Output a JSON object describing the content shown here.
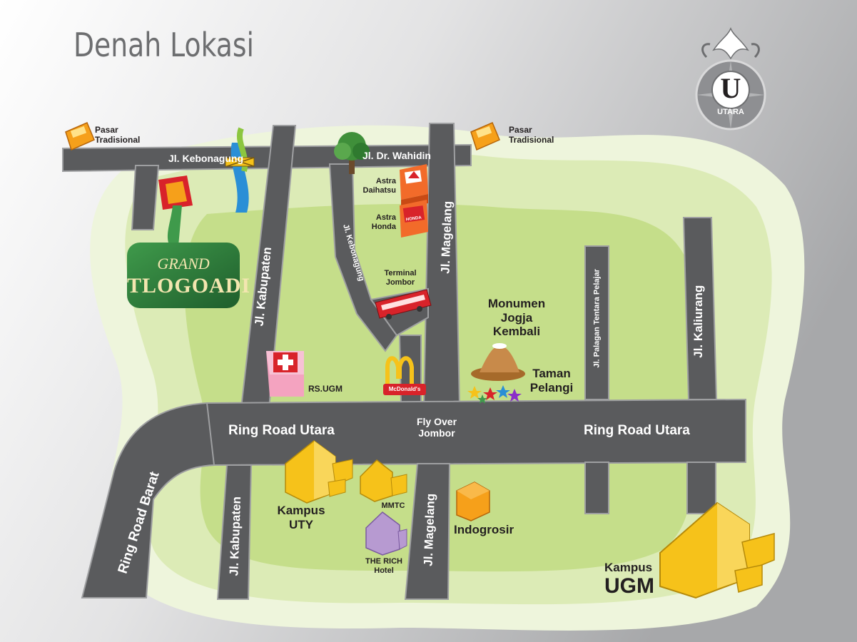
{
  "title": "Denah Lokasi",
  "compass": {
    "letter": "U",
    "label": "UTARA"
  },
  "roads": {
    "jl_kebonagung": "Jl. Kebonagung",
    "jl_dr_wahidin": "Jl. Dr. Wahidin",
    "jl_kabupaten": "Jl. Kabupaten",
    "jl_magelang": "Jl. Magelang",
    "jl_palagan": "Jl. Palagan Tentara Pelajar",
    "jl_kaliurang": "Jl. Kaliurang",
    "ring_road_utara": "Ring Road Utara",
    "ring_road_barat": "Ring Road Barat",
    "fly_over": "Fly Over\nJombor"
  },
  "places": {
    "pasar_left": "Pasar\nTradisional",
    "pasar_right": "Pasar\nTradisional",
    "astra_daihatsu": "Astra\nDaihatsu",
    "astra_honda": "Astra\nHonda",
    "terminal": "Terminal\nJombor",
    "monumen": "Monumen\nJogja\nKembali",
    "taman_pelangi": "Taman\nPelangi",
    "rs_ugm": "RS.UGM",
    "mcdonalds": "McDonald's",
    "kampus_uty": "Kampus\nUTY",
    "mmtc": "MMTC",
    "the_rich": "THE RICH\nHotel",
    "indogrosir": "Indogrosir",
    "kampus_ugm_1": "Kampus",
    "kampus_ugm_2": "UGM",
    "honda_brand": "HONDA"
  },
  "logo": {
    "line1": "GRAND",
    "line2": "TLOGOADI"
  },
  "colors": {
    "road": "#5a5b5d",
    "green_dark": "#b9d77a",
    "green_light": "#d9e9b4",
    "logo_green": "#2b7a3a",
    "building_yellow": "#f6c21a",
    "hotel_purple": "#b79ad1",
    "bus_red": "#d8232a",
    "hospital_pink": "#f4a3c0"
  }
}
